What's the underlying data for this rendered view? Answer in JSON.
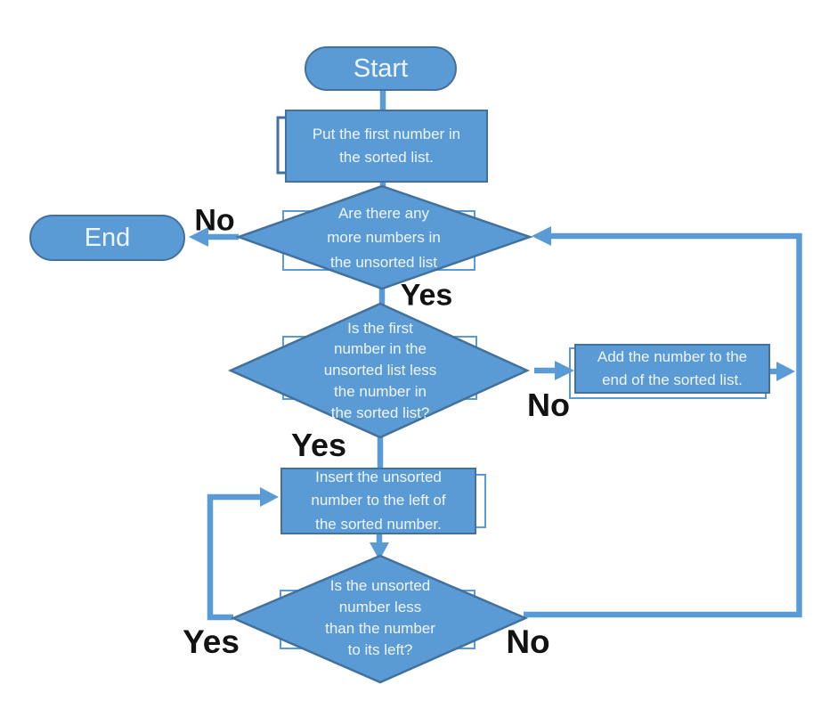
{
  "nodes": {
    "start": {
      "type": "terminator",
      "label": "Start"
    },
    "put_first": {
      "type": "process",
      "label": "Put the first number in\nthe sorted list."
    },
    "more_numbers": {
      "type": "decision",
      "label": "Are there any\nmore numbers in\nthe unsorted list"
    },
    "end": {
      "type": "terminator",
      "label": "End"
    },
    "first_less": {
      "type": "decision",
      "label": "Is the first\nnumber in the\nunsorted list less\nthe number in\nthe sorted list?"
    },
    "add_end": {
      "type": "process",
      "label": "Add the number to the\nend of the sorted list."
    },
    "insert_left": {
      "type": "process",
      "label": "Insert the unsorted\nnumber to the left of\nthe sorted number."
    },
    "less_left": {
      "type": "decision",
      "label": "Is the unsorted\nnumber less\nthan the number\nto its left?"
    }
  },
  "edge_labels": {
    "more_no": "No",
    "more_yes": "Yes",
    "first_yes": "Yes",
    "first_no": "No",
    "less_yes": "Yes",
    "less_no": "No"
  },
  "colors": {
    "shape_fill": "#5b9bd5",
    "shape_border": "#41719c",
    "connector": "#5b9bd5",
    "shape_text": "#eef5fb",
    "label_text": "#121212"
  }
}
